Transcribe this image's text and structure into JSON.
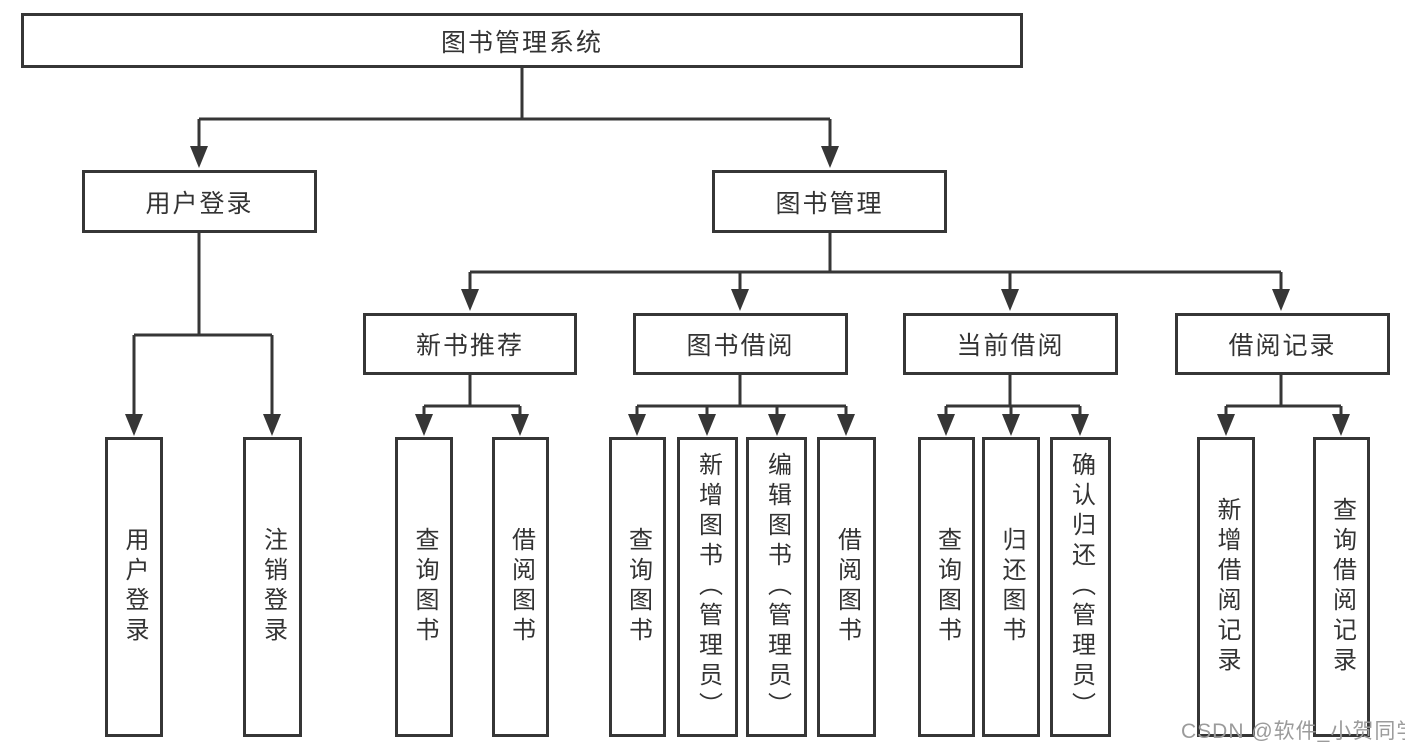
{
  "tree": {
    "label": "图书管理系统",
    "children": [
      {
        "label": "用户登录",
        "children": [
          {
            "label": "用户登录"
          },
          {
            "label": "注销登录"
          }
        ]
      },
      {
        "label": "图书管理",
        "children": [
          {
            "label": "新书推荐",
            "children": [
              {
                "label": "查询图书"
              },
              {
                "label": "借阅图书"
              }
            ]
          },
          {
            "label": "图书借阅",
            "children": [
              {
                "label": "查询图书"
              },
              {
                "label": "新增图书（管理员）"
              },
              {
                "label": "编辑图书（管理员）"
              },
              {
                "label": "借阅图书"
              }
            ]
          },
          {
            "label": "当前借阅",
            "children": [
              {
                "label": "查询图书"
              },
              {
                "label": "归还图书"
              },
              {
                "label": "确认归还（管理员）"
              }
            ]
          },
          {
            "label": "借阅记录",
            "children": [
              {
                "label": "新增借阅记录"
              },
              {
                "label": "查询借阅记录"
              }
            ]
          }
        ]
      }
    ]
  },
  "watermark": {
    "text": "CSDN @软件_小贺同学"
  },
  "colors": {
    "line": "#363636",
    "text": "#333333",
    "watermark": "#9b9b9b",
    "background": "#ffffff"
  }
}
